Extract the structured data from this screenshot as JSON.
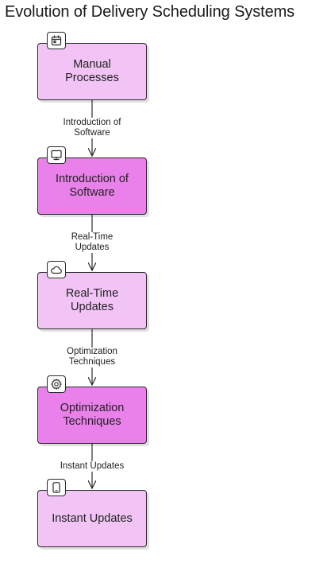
{
  "diagram": {
    "title": "Evolution of Delivery Scheduling Systems",
    "nodes": [
      {
        "label": "Manual\nProcesses",
        "icon": "calendar-icon",
        "fill": "#f2c4f6"
      },
      {
        "label": "Introduction of\nSoftware",
        "icon": "monitor-icon",
        "fill": "#ea80ea"
      },
      {
        "label": "Real-Time\nUpdates",
        "icon": "cloud-icon",
        "fill": "#f2c4f6"
      },
      {
        "label": "Optimization\nTechniques",
        "icon": "gear-icon",
        "fill": "#ea80ea"
      },
      {
        "label": "Instant Updates",
        "icon": "tablet-icon",
        "fill": "#f2c4f6"
      }
    ],
    "edges": [
      {
        "label": "Introduction of\nSoftware"
      },
      {
        "label": "Real-Time\nUpdates"
      },
      {
        "label": "Optimization\nTechniques"
      },
      {
        "label": "Instant Updates"
      }
    ]
  }
}
